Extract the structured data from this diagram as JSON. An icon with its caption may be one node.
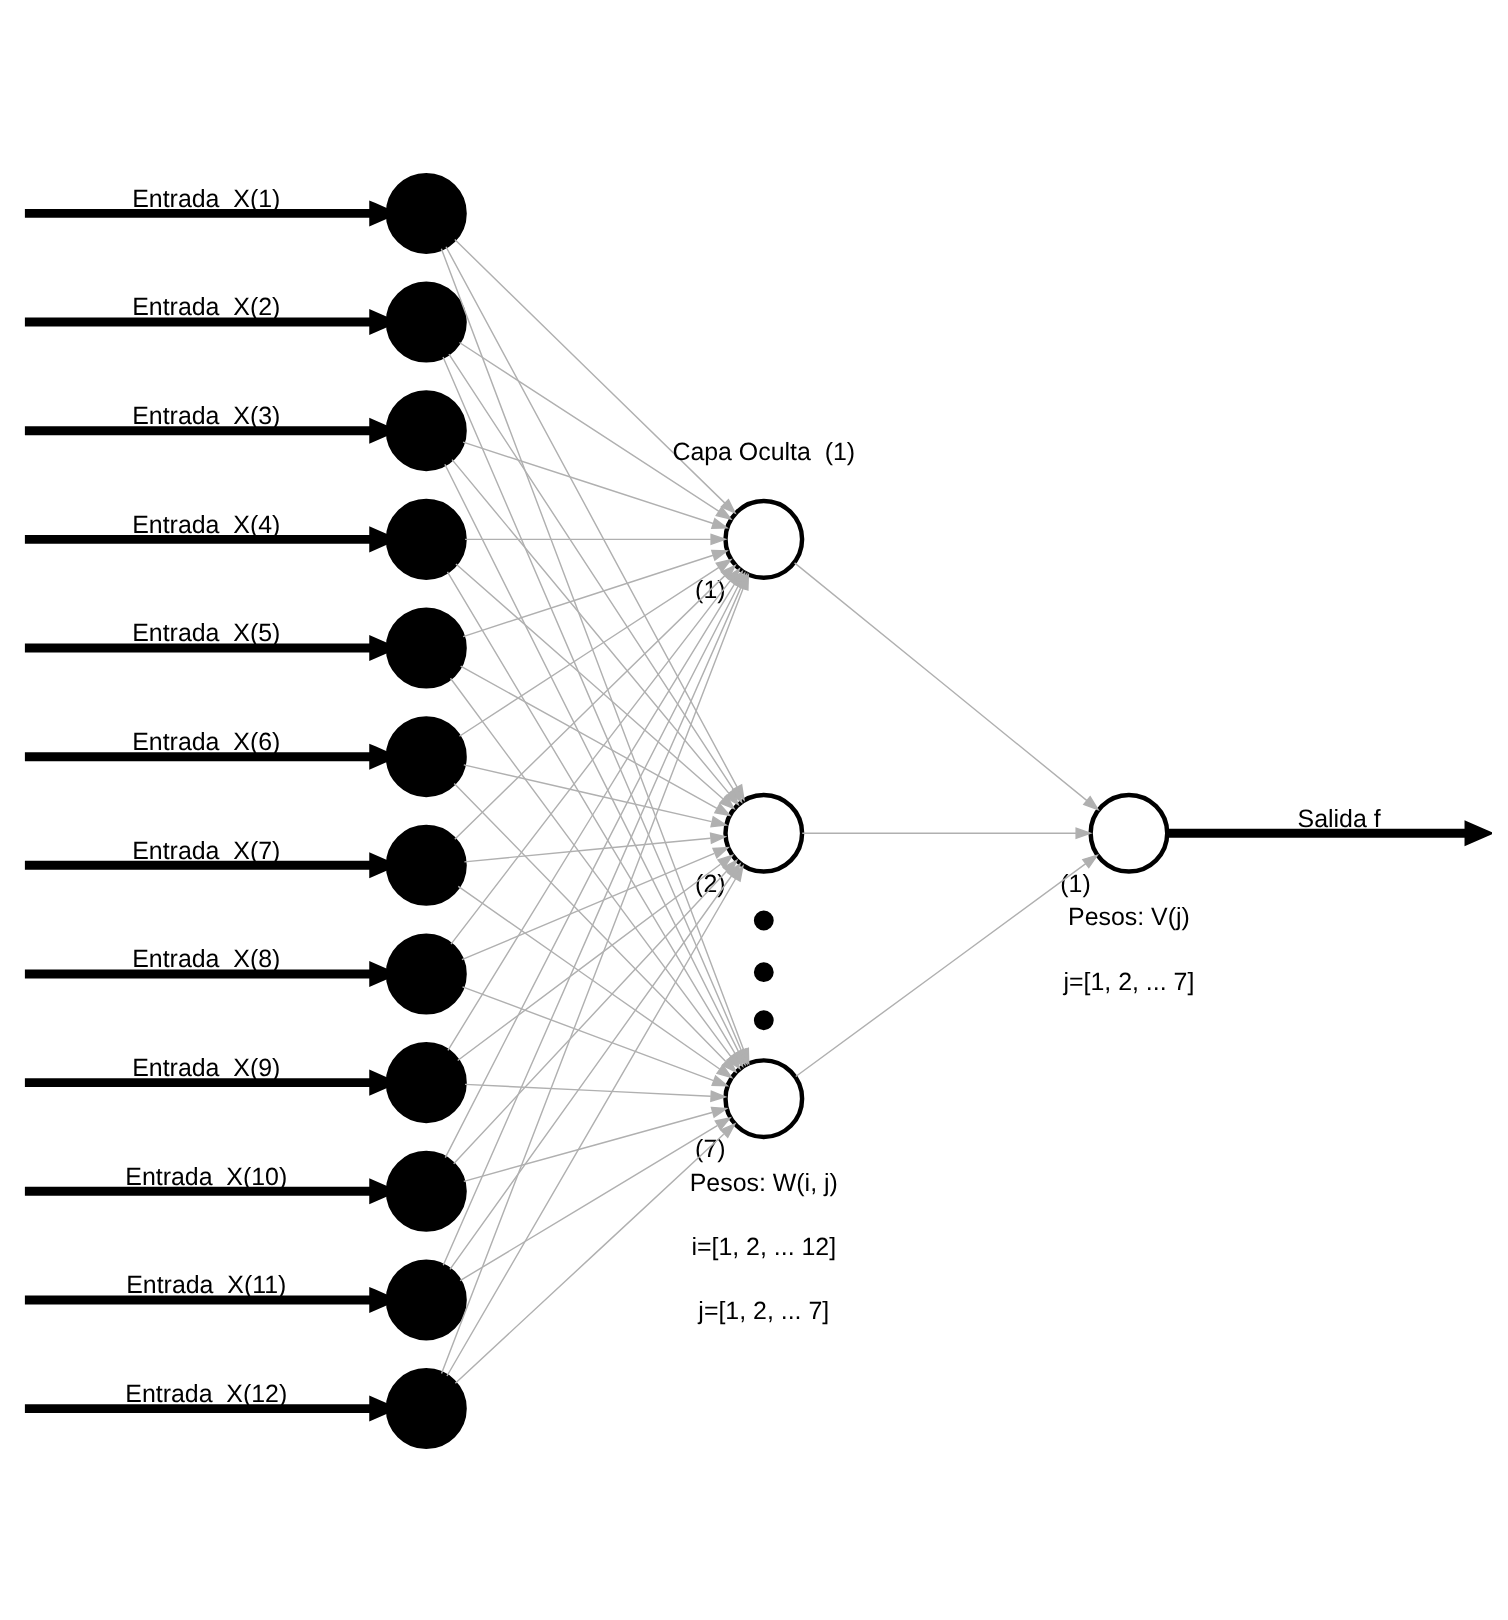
{
  "diagram": {
    "nodes": [
      {
        "text": [],
        "shape": "circle"
      },
      {
        "text": [],
        "shape": "circle"
      },
      {
        "text": [],
        "shape": "circle"
      },
      {
        "text": [],
        "shape": "circle"
      },
      {
        "text": [],
        "shape": "circle"
      },
      {
        "text": [],
        "shape": "circle"
      },
      {
        "text": [],
        "shape": "circle"
      },
      {
        "text": [],
        "shape": "circle"
      },
      {
        "text": [],
        "shape": "circle"
      },
      {
        "text": [],
        "shape": "circle"
      },
      {
        "text": [],
        "shape": "circle"
      },
      {
        "text": [],
        "shape": "circle"
      },
      {
        "text": [],
        "shape": "circle",
        "beside": [
          "(1)"
        ]
      },
      {
        "text": [],
        "shape": "circle",
        "beside": [
          "(2)"
        ]
      },
      {
        "text": [],
        "shape": "dot"
      },
      {
        "text": [],
        "shape": "dot"
      },
      {
        "text": [],
        "shape": "dot"
      },
      {
        "text": [],
        "shape": "circle",
        "beside": [
          "(7)"
        ]
      },
      {
        "text": [],
        "shape": "circle",
        "beside": [
          "(1)"
        ]
      }
    ],
    "edges": [
      {
        "from": null,
        "to": 0,
        "arrow": "to",
        "label": "Entrada  X(1)",
        "style": "thick",
        "color": "#000000"
      },
      {
        "from": null,
        "to": 1,
        "arrow": "to",
        "label": "Entrada  X(2)",
        "style": "thick",
        "color": "#000000"
      },
      {
        "from": null,
        "to": 2,
        "arrow": "to",
        "label": "Entrada  X(3)",
        "style": "thick",
        "color": "#000000"
      },
      {
        "from": null,
        "to": 3,
        "arrow": "to",
        "label": "Entrada  X(4)",
        "style": "thick",
        "color": "#000000"
      },
      {
        "from": null,
        "to": 4,
        "arrow": "to",
        "label": "Entrada  X(5)",
        "style": "thick",
        "color": "#000000"
      },
      {
        "from": null,
        "to": 5,
        "arrow": "to",
        "label": "Entrada  X(6)",
        "style": "thick",
        "color": "#000000"
      },
      {
        "from": null,
        "to": 6,
        "arrow": "to",
        "label": "Entrada  X(7)",
        "style": "thick",
        "color": "#000000"
      },
      {
        "from": null,
        "to": 7,
        "arrow": "to",
        "label": "Entrada  X(8)",
        "style": "thick",
        "color": "#000000"
      },
      {
        "from": null,
        "to": 8,
        "arrow": "to",
        "label": "Entrada  X(9)",
        "style": "thick",
        "color": "#000000"
      },
      {
        "from": null,
        "to": 9,
        "arrow": "to",
        "label": "Entrada  X(10)",
        "style": "thick",
        "color": "#000000"
      },
      {
        "from": null,
        "to": 10,
        "arrow": "to",
        "label": "Entrada  X(11)",
        "style": "thick",
        "color": "#000000"
      },
      {
        "from": null,
        "to": 11,
        "arrow": "to",
        "label": "Entrada  X(12)",
        "style": "thick",
        "color": "#000000"
      },
      {
        "from": 0,
        "to": 12,
        "arrow": "to"
      },
      {
        "from": 0,
        "to": 13,
        "arrow": "to"
      },
      {
        "from": 0,
        "to": 17,
        "arrow": "to"
      },
      {
        "from": 1,
        "to": 12,
        "arrow": "to"
      },
      {
        "from": 1,
        "to": 13,
        "arrow": "to"
      },
      {
        "from": 1,
        "to": 17,
        "arrow": "to"
      },
      {
        "from": 2,
        "to": 12,
        "arrow": "to"
      },
      {
        "from": 2,
        "to": 13,
        "arrow": "to"
      },
      {
        "from": 2,
        "to": 17,
        "arrow": "to"
      },
      {
        "from": 3,
        "to": 12,
        "arrow": "to"
      },
      {
        "from": 3,
        "to": 13,
        "arrow": "to"
      },
      {
        "from": 3,
        "to": 17,
        "arrow": "to"
      },
      {
        "from": 4,
        "to": 12,
        "arrow": "to"
      },
      {
        "from": 4,
        "to": 13,
        "arrow": "to"
      },
      {
        "from": 4,
        "to": 17,
        "arrow": "to"
      },
      {
        "from": 5,
        "to": 12,
        "arrow": "to"
      },
      {
        "from": 5,
        "to": 13,
        "arrow": "to"
      },
      {
        "from": 5,
        "to": 17,
        "arrow": "to"
      },
      {
        "from": 6,
        "to": 12,
        "arrow": "to"
      },
      {
        "from": 6,
        "to": 13,
        "arrow": "to"
      },
      {
        "from": 6,
        "to": 17,
        "arrow": "to"
      },
      {
        "from": 7,
        "to": 12,
        "arrow": "to"
      },
      {
        "from": 7,
        "to": 13,
        "arrow": "to"
      },
      {
        "from": 7,
        "to": 17,
        "arrow": "to"
      },
      {
        "from": 8,
        "to": 12,
        "arrow": "to"
      },
      {
        "from": 8,
        "to": 13,
        "arrow": "to"
      },
      {
        "from": 8,
        "to": 17,
        "arrow": "to"
      },
      {
        "from": 9,
        "to": 12,
        "arrow": "to"
      },
      {
        "from": 9,
        "to": 13,
        "arrow": "to"
      },
      {
        "from": 9,
        "to": 17,
        "arrow": "to"
      },
      {
        "from": 10,
        "to": 12,
        "arrow": "to"
      },
      {
        "from": 10,
        "to": 13,
        "arrow": "to"
      },
      {
        "from": 10,
        "to": 17,
        "arrow": "to"
      },
      {
        "from": 11,
        "to": 12,
        "arrow": "to"
      },
      {
        "from": 11,
        "to": 13,
        "arrow": "to"
      },
      {
        "from": 11,
        "to": 17,
        "arrow": "to"
      },
      {
        "from": 12,
        "to": 18,
        "arrow": "to"
      },
      {
        "from": 13,
        "to": 18,
        "arrow": "to"
      },
      {
        "from": 17,
        "to": 18,
        "arrow": "to"
      },
      {
        "from": 18,
        "to": null,
        "arrow": "to",
        "label": "Salida f",
        "style": "thick",
        "color": "#000000"
      }
    ],
    "labels": [
      "Capa Oculta  (1)",
      "Pesos: W(i, j)",
      "i=[1, 2, ... 12]",
      "j=[1, 2, ... 7]",
      "Pesos: V(j)",
      "j=[1, 2, ... 7]"
    ]
  }
}
